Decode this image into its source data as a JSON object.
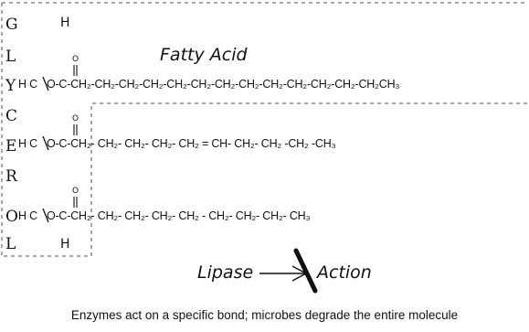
{
  "glycerol_letters": [
    "G",
    "L",
    "Y",
    "C",
    "E",
    "R",
    "O",
    "L"
  ],
  "hydrogen_top": "H",
  "hydrogen_bottom": "H",
  "fatty_acid_label": "Fatty Acid",
  "rows": [
    {
      "carbon": "H C",
      "link": "O-C",
      "oxygen": "O",
      "chain": "-CH₂-CH₂-CH₂-CH₂-CH₂-CH₂-CH₂-CH₂-CH₂-CH₂-CH₂-CH₂-CH₂CH₃"
    },
    {
      "carbon": "H C",
      "link": "O-C",
      "oxygen": "O",
      "chain": "-CH₂- CH₂- CH₂- CH₂- CH₂ = CH- CH₂- CH₂ -CH₂ -CH₃"
    },
    {
      "carbon": "H C",
      "link": "O-C",
      "oxygen": "O",
      "chain": "-CH₂- CH₂- CH₂- CH₂- CH₂ - CH₂- CH₂- CH₂- CH₃"
    }
  ],
  "lipase_label": "Lipase",
  "action_label": "Action",
  "caption": "Enzymes act on a specific bond; microbes degrade the entire molecule",
  "colors": {
    "ink": "#111111",
    "dash": "#8a8a8a",
    "background": "#ffffff"
  }
}
